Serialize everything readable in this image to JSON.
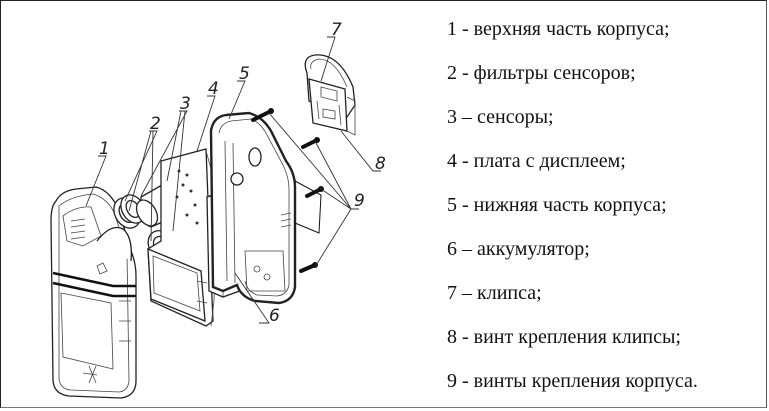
{
  "figure": {
    "title": "Exploded view of portable gas detector",
    "callouts": [
      "1",
      "2",
      "3",
      "4",
      "5",
      "6",
      "7",
      "8",
      "9"
    ]
  },
  "legend": {
    "items": [
      {
        "num": "1",
        "text": "1 - верхняя часть корпуса;"
      },
      {
        "num": "2",
        "text": "2 - фильтры сенсоров;"
      },
      {
        "num": "3",
        "text": "3 – сенсоры;"
      },
      {
        "num": "4",
        "text": "4 - плата с дисплеем;"
      },
      {
        "num": "5",
        "text": "5 - нижняя часть корпуса;"
      },
      {
        "num": "6",
        "text": "6 – аккумулятор;"
      },
      {
        "num": "7",
        "text": "7 – клипса;"
      },
      {
        "num": "8",
        "text": "8 - винт крепления клипсы;"
      },
      {
        "num": "9",
        "text": "9 - винты крепления корпуса."
      }
    ]
  }
}
